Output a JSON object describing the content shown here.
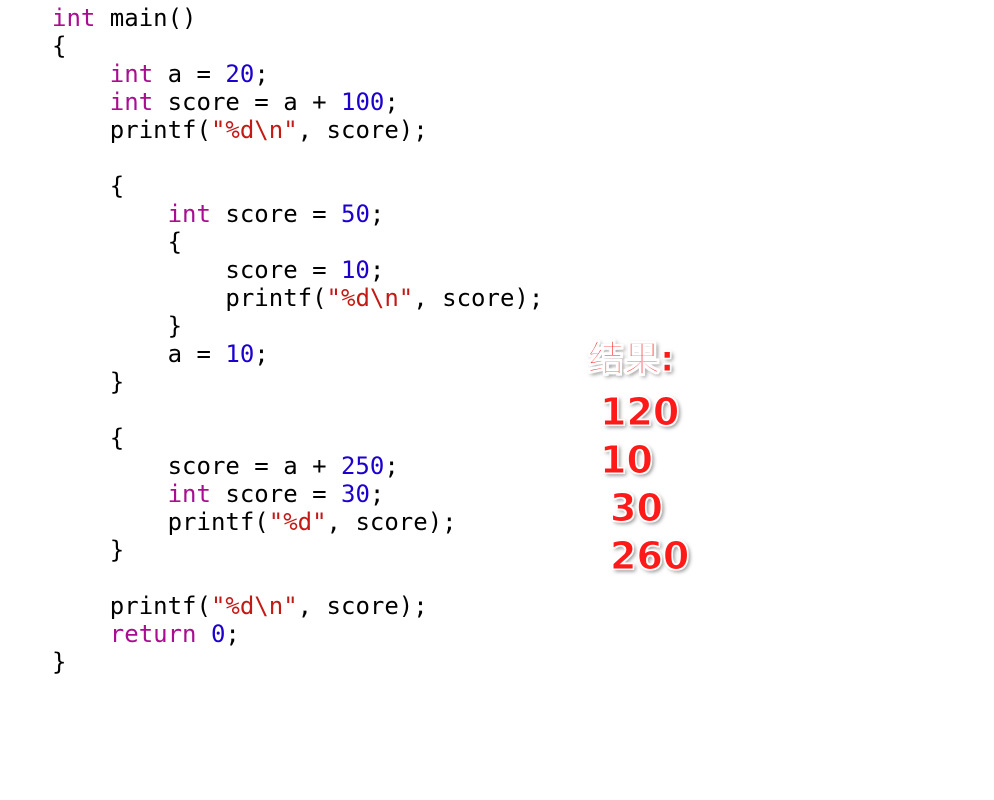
{
  "code_lines": [
    [
      {
        "t": "kw",
        "v": "int"
      },
      {
        "t": "plain",
        "v": " main()"
      }
    ],
    [
      {
        "t": "plain",
        "v": "{"
      }
    ],
    [
      {
        "t": "plain",
        "v": "    "
      },
      {
        "t": "kw",
        "v": "int"
      },
      {
        "t": "plain",
        "v": " a = "
      },
      {
        "t": "num",
        "v": "20"
      },
      {
        "t": "plain",
        "v": ";"
      }
    ],
    [
      {
        "t": "plain",
        "v": "    "
      },
      {
        "t": "kw",
        "v": "int"
      },
      {
        "t": "plain",
        "v": " score = a + "
      },
      {
        "t": "num",
        "v": "100"
      },
      {
        "t": "plain",
        "v": ";"
      }
    ],
    [
      {
        "t": "plain",
        "v": "    printf("
      },
      {
        "t": "str",
        "v": "\"%d\\n\""
      },
      {
        "t": "plain",
        "v": ", score);"
      }
    ],
    [
      {
        "t": "plain",
        "v": ""
      }
    ],
    [
      {
        "t": "plain",
        "v": "    {"
      }
    ],
    [
      {
        "t": "plain",
        "v": "        "
      },
      {
        "t": "kw",
        "v": "int"
      },
      {
        "t": "plain",
        "v": " score = "
      },
      {
        "t": "num",
        "v": "50"
      },
      {
        "t": "plain",
        "v": ";"
      }
    ],
    [
      {
        "t": "plain",
        "v": "        {"
      }
    ],
    [
      {
        "t": "plain",
        "v": "            score = "
      },
      {
        "t": "num",
        "v": "10"
      },
      {
        "t": "plain",
        "v": ";"
      }
    ],
    [
      {
        "t": "plain",
        "v": "            printf("
      },
      {
        "t": "str",
        "v": "\"%d\\n\""
      },
      {
        "t": "plain",
        "v": ", score);"
      }
    ],
    [
      {
        "t": "plain",
        "v": "        }"
      }
    ],
    [
      {
        "t": "plain",
        "v": "        a = "
      },
      {
        "t": "num",
        "v": "10"
      },
      {
        "t": "plain",
        "v": ";"
      }
    ],
    [
      {
        "t": "plain",
        "v": "    }"
      }
    ],
    [
      {
        "t": "plain",
        "v": ""
      }
    ],
    [
      {
        "t": "plain",
        "v": "    {"
      }
    ],
    [
      {
        "t": "plain",
        "v": "        score = a + "
      },
      {
        "t": "num",
        "v": "250"
      },
      {
        "t": "plain",
        "v": ";"
      }
    ],
    [
      {
        "t": "plain",
        "v": "        "
      },
      {
        "t": "kw",
        "v": "int"
      },
      {
        "t": "plain",
        "v": " score = "
      },
      {
        "t": "num",
        "v": "30"
      },
      {
        "t": "plain",
        "v": ";"
      }
    ],
    [
      {
        "t": "plain",
        "v": "        printf("
      },
      {
        "t": "str",
        "v": "\"%d\""
      },
      {
        "t": "plain",
        "v": ", score);"
      }
    ],
    [
      {
        "t": "plain",
        "v": "    }"
      }
    ],
    [
      {
        "t": "plain",
        "v": ""
      }
    ],
    [
      {
        "t": "plain",
        "v": "    printf("
      },
      {
        "t": "str",
        "v": "\"%d\\n\""
      },
      {
        "t": "plain",
        "v": ", score);"
      }
    ],
    [
      {
        "t": "plain",
        "v": "    "
      },
      {
        "t": "kw",
        "v": "return"
      },
      {
        "t": "plain",
        "v": " "
      },
      {
        "t": "num",
        "v": "0"
      },
      {
        "t": "plain",
        "v": ";"
      }
    ],
    [
      {
        "t": "plain",
        "v": "}"
      }
    ]
  ],
  "colors": {
    "keyword": "#aa0d91",
    "number": "#1c00cf",
    "string": "#c41a16",
    "plain": "#000000",
    "annotation": "#ff1a1a"
  },
  "result": {
    "title": "结果:",
    "values": [
      "120",
      "10",
      "30",
      "260"
    ]
  }
}
